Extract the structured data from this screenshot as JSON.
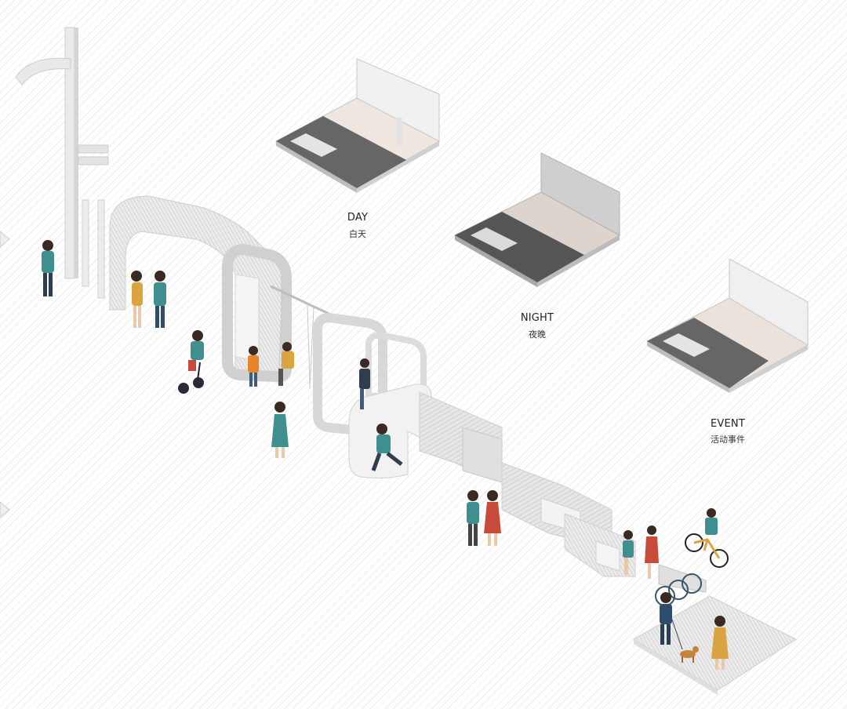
{
  "scenes": [
    {
      "label": "DAY",
      "sublabel": "白天"
    },
    {
      "label": "NIGHT",
      "sublabel": "夜晚"
    },
    {
      "label": "EVENT",
      "sublabel": "活动事件"
    }
  ],
  "colors": {
    "background": "#ffffff",
    "hatch": "#eeeeee",
    "structure": "#e8e8e8",
    "structure_shadow": "#c9c9c9",
    "road": "#6b6b6b",
    "crosswalk": "#f2f2f2",
    "floor_day": "#ece4dc",
    "floor_night": "#d9d2cc",
    "person_teal": "#3f8f8f",
    "person_orange": "#e8852c",
    "person_red": "#c84a3a",
    "person_mustard": "#d9a441",
    "person_navy": "#2f4d6a"
  },
  "icons": [
    "street-lamp-icon",
    "segway-icon",
    "bicycle-icon",
    "dog-icon",
    "swing-icon"
  ]
}
